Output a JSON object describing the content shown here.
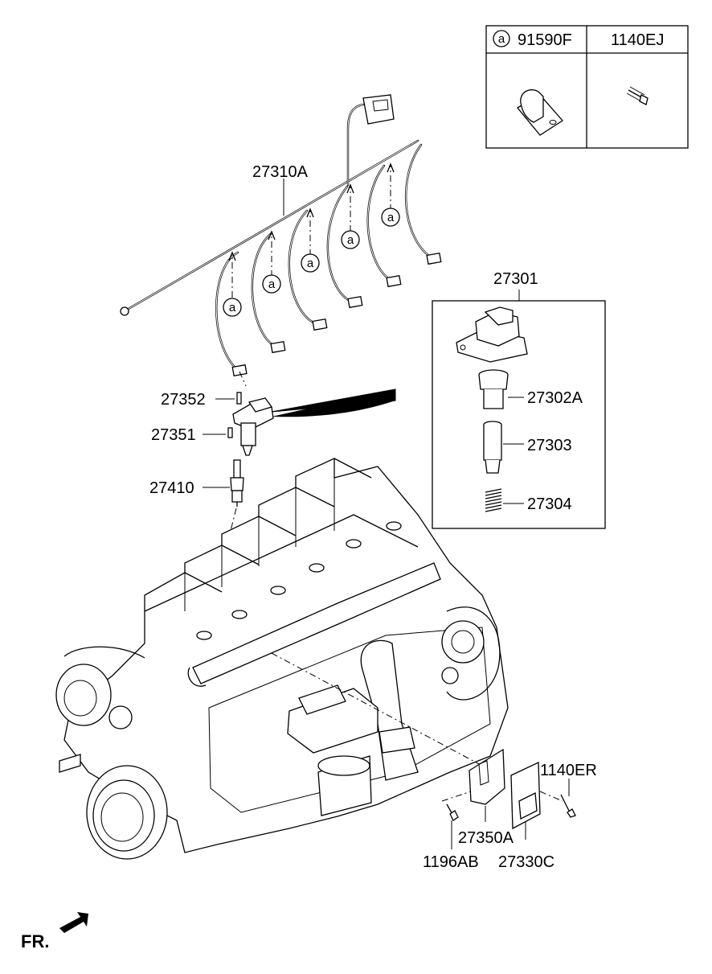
{
  "legend_table": {
    "callout_symbol": "a",
    "col1_part": "91590F",
    "col2_part": "1140EJ"
  },
  "callout_marker": "a",
  "labels": {
    "harness": "27310A",
    "coil_assy": "27301",
    "coil_boot": "27302A",
    "coil_rod": "27303",
    "coil_spring": "27304",
    "bolt_27352": "27352",
    "pin_27351": "27351",
    "spark_plug": "27410",
    "bolt_1140ER": "1140ER",
    "bracket": "27350A",
    "module": "27330C",
    "bolt_1196AB": "1196AB"
  },
  "front_marker": "FR."
}
